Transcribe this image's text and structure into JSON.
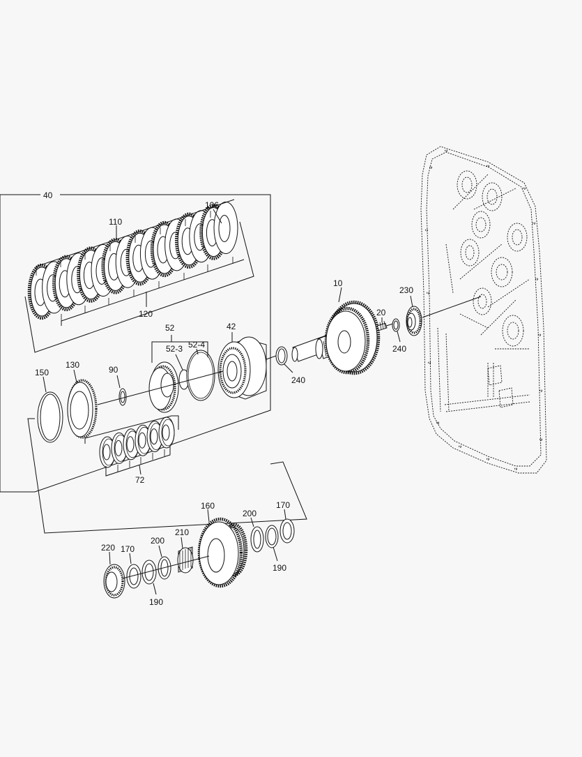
{
  "labels": {
    "l40": "40",
    "l110": "110",
    "l106": "106",
    "l120": "120",
    "l10": "10",
    "l230": "230",
    "l20": "20",
    "l240a": "240",
    "l240b": "240",
    "l52": "52",
    "l52_3": "52-3",
    "l52_4": "52-4",
    "l42": "42",
    "l150": "150",
    "l130": "130",
    "l90": "90",
    "l72": "72",
    "l160": "160",
    "l200a": "200",
    "l170a": "170",
    "l190a": "190",
    "l220": "220",
    "l170b": "170",
    "l200b": "200",
    "l210": "210",
    "l190b": "190"
  }
}
